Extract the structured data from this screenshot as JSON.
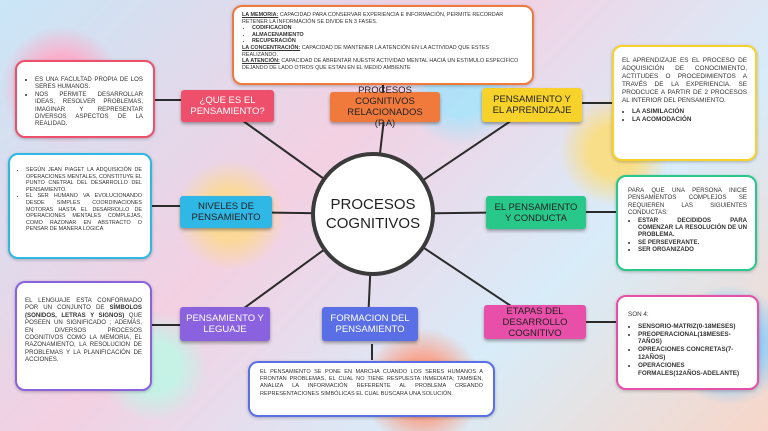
{
  "center": {
    "title": "PROCESOS COGNITIVOS"
  },
  "nodes": {
    "que_es": "¿QUE ES EL PENSAMIENTO?",
    "procesos": "PROCESOS COGNITIVOS RELACIONADOS (P.A)",
    "aprendizaje": "PENSAMIENTO Y EL APRENDIZAJE",
    "niveles": "NIVELES DE PENSAMIENTO",
    "conducta": "EL PENSAMIENTO Y CONDUCTA",
    "lenguaje": "PENSAMIENTO Y LEGUAJE",
    "formacion": "FORMACION DEL PENSAMIENTO",
    "etapas": "ETAPAS DEL DESARROLLO COGNITIVO"
  },
  "colors": {
    "red": "#ee4f6b",
    "orange": "#f07a3c",
    "yellow": "#f6d22a",
    "blue": "#2fb8e6",
    "green": "#27c889",
    "purple": "#8a62e0",
    "indigo": "#5a6ee6",
    "pink": "#e84fa8"
  },
  "boxes": {
    "top": {
      "memoria_label": "LA MEMORIA:",
      "memoria_text": " CAPACIDAD PARA CONSERVAR EXPERIENCIA E INFORMACIÓN, PERMITE RECORDAR RETENER LA INFORMACIÓN SE DIVIDE EN 3 FASES.",
      "fases": [
        "CODIFICACION",
        "ALMACENAMIENTO",
        "RECUPERACIÓN"
      ],
      "concentracion_label": "LA CONCENTRACIÓN:",
      "concentracion_text": " CAPACIDAD DE MANTENER LA ATENCIÓN EN LA ACTIVIDAD QUE ESTES REALIZANDO.",
      "atencion_label": "LA ATENCIÓN:",
      "atencion_text": " CAPACIDAD DE ABRENTAR NUESTR ACTIVIDAD MENTAL HACIÁ UN ESTIMULO ESPECÍFICO DEJANDO DE LADO OTROS QUE ESTAN EN EL MEDIO AMBIENTE"
    },
    "left1": [
      "ES UNA FACULTAD PROPIA DE LOS SERES HUMANOS.",
      "NOS PERMITE DESARROLLAR IDEAS, RESOLVER PROBLEMAS, IMAGINAR Y REPRESENTAR DIVERSOS ASPECTOS DE LA REALIDAD."
    ],
    "left2": [
      "SEGÚN JEAN PIAGET LA ADQUISICIÓN DE OPERACIONES MENTALES, CONSTITUYE EL PUNTO CNETRAL DEL DESARROLLO DEL PENSAMIENTO.",
      "EL SER HUMANO VA EVOLUCIONANDO DESDE SIMPLES COORDINACIONES MOTORAS HASTA EL DESARROLLO DE OPERACIONES MENTALES COMPLEJAS, COMO RAZONAR EN ABSTRACTO O PENSAR DE MANERA LOGICA"
    ],
    "left3": {
      "text1": "EL LENGUAJE ESTA CONFORMADO POR UN CONJUNTO DE ",
      "bold": "SÍMBOLOS (SONIDOS, LETRAS Y SIGNOS)",
      "text2": " QUE POSEEN UN SIGNIFICADO ; ADEMÁS, EN DIVERSOS PROCESOS COGNITIVOS COMO LA MEMORIA, EL RAZONAMIENTO, LA RESOLUCION DE PROBLEMAS Y LA PLANIFICACIÓN DE ACCIONES."
    },
    "bottom": "EL PENSAMIENTO SE PONE EN MARCHA CUANDO LOS SERES HUMANOS A FRONTAN PROBLEMAS, EL CUAL NO TIENE RESPUESTA INMEDIATA; TAMBIÉN, ANALIZA LA INFORMACIÓN REFERENTE AL PROBLEMA CREANDO REPRESENTACIONES SIMBÓLICAS EL CUAL BUSCARA UNA SOLUCIÓN.",
    "right1": {
      "text": "EL APRENDIZAJE ES EL PROCESO DE ADQUISICIÓN DE CONOCIMIENTO, ACTITUDES O PROCEDIMIENTOS A TRAVÉS DE LA EXPERIENCIA. SE PRODCUCE A PARTIR DE 2 PROCESOS AL INTERIOR DEL PENSAMIENTO.",
      "items": [
        "LA ASIMILACIÓN",
        "LA ACOMODACIÓN"
      ]
    },
    "right2": {
      "text": "PARA QUE UNA PERSONA INICIE PENSAMIENTOS COMPLEJOS SE REQUIEREN LAS SIGUIENTES CONDUCTAS:",
      "items": [
        "ESTAR DECIDIDOS PARA COMENZAR LA RESOLUCIÓN DE UN PROBLEMA.",
        "SE PERSEVERANTE.",
        "SER ORGANIZADO"
      ]
    },
    "right3": {
      "text": "SON 4:",
      "items": [
        "SENSORIO-MATRIZ(0-18MESES)",
        "PREOPERACIONAL(18MESES-7AÑOS)",
        "OPREACIONES CONCRETAS(7-12AÑOS)",
        "OPERACIONES FORMALES(12AÑOS-ADELANTE)"
      ]
    }
  }
}
